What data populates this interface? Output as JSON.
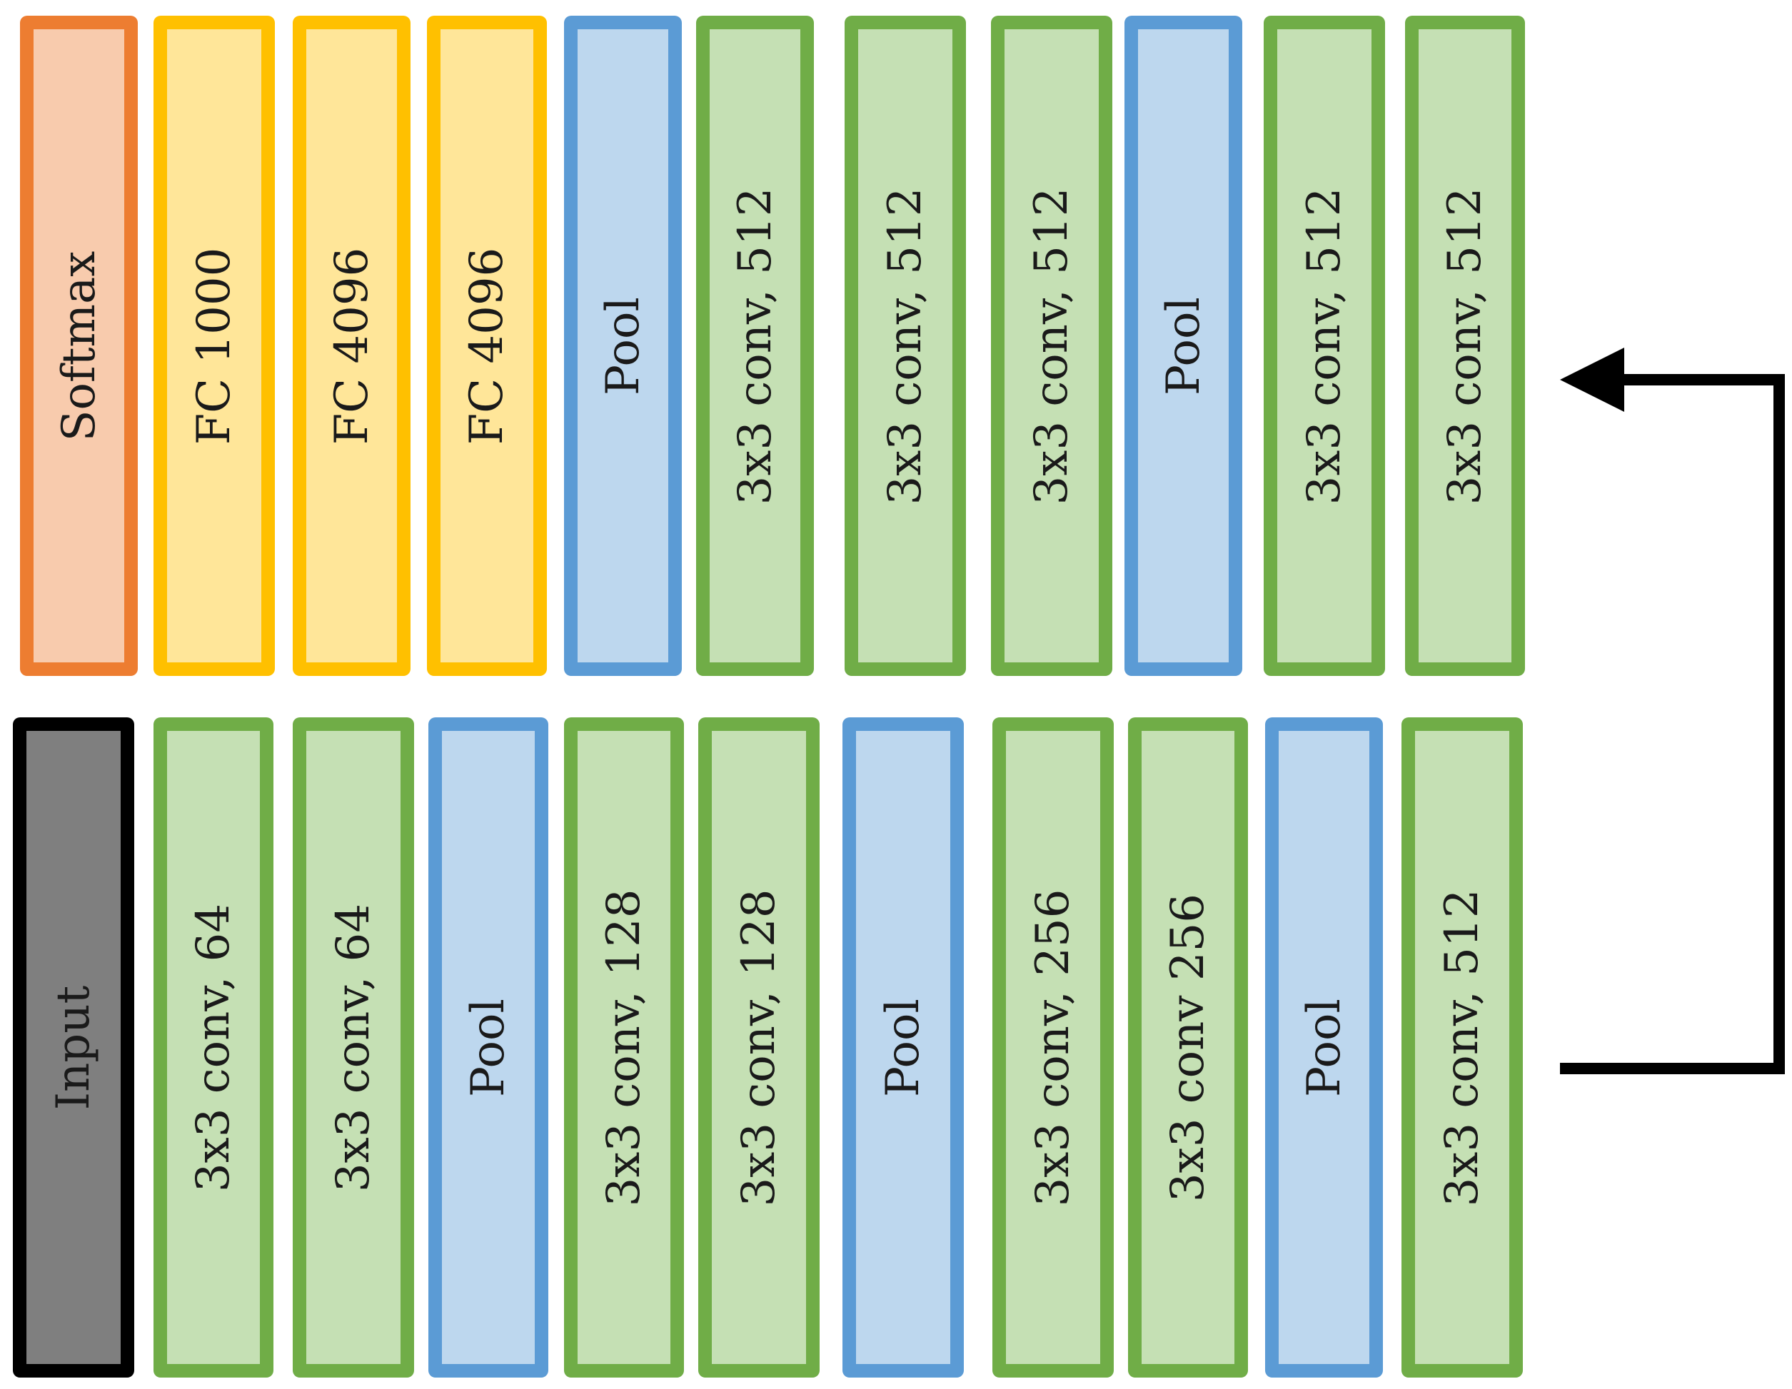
{
  "colors": {
    "softmax": {
      "border": "#ED7D31",
      "fill": "#F8CBAD"
    },
    "fc": {
      "border": "#FFC000",
      "fill": "#FFE699"
    },
    "pool": {
      "border": "#5B9BD5",
      "fill": "#BDD7EE"
    },
    "conv": {
      "border": "#70AD47",
      "fill": "#C5E0B4"
    },
    "input": {
      "border": "#000000",
      "fill": "#7F7F7F"
    },
    "arrow": "#000000"
  },
  "top_row": [
    {
      "label": "Softmax",
      "kind": "softmax"
    },
    {
      "label": "FC 1000",
      "kind": "fc"
    },
    {
      "label": "FC 4096",
      "kind": "fc"
    },
    {
      "label": "FC 4096",
      "kind": "fc"
    },
    {
      "label": "Pool",
      "kind": "pool"
    },
    {
      "label": "3x3 conv, 512",
      "kind": "conv"
    },
    {
      "label": "3x3 conv, 512",
      "kind": "conv"
    },
    {
      "label": "3x3 conv, 512",
      "kind": "conv"
    },
    {
      "label": "Pool",
      "kind": "pool"
    },
    {
      "label": "3x3 conv, 512",
      "kind": "conv"
    },
    {
      "label": "3x3 conv, 512",
      "kind": "conv"
    }
  ],
  "bottom_row": [
    {
      "label": "Input",
      "kind": "input"
    },
    {
      "label": "3x3 conv, 64",
      "kind": "conv"
    },
    {
      "label": "3x3 conv, 64",
      "kind": "conv"
    },
    {
      "label": "Pool",
      "kind": "pool"
    },
    {
      "label": "3x3 conv, 128",
      "kind": "conv"
    },
    {
      "label": "3x3 conv, 128",
      "kind": "conv"
    },
    {
      "label": "Pool",
      "kind": "pool"
    },
    {
      "label": "3x3 conv, 256",
      "kind": "conv"
    },
    {
      "label": "3x3 conv 256",
      "kind": "conv"
    },
    {
      "label": "Pool",
      "kind": "pool"
    },
    {
      "label": "3x3 conv, 512",
      "kind": "conv"
    }
  ]
}
